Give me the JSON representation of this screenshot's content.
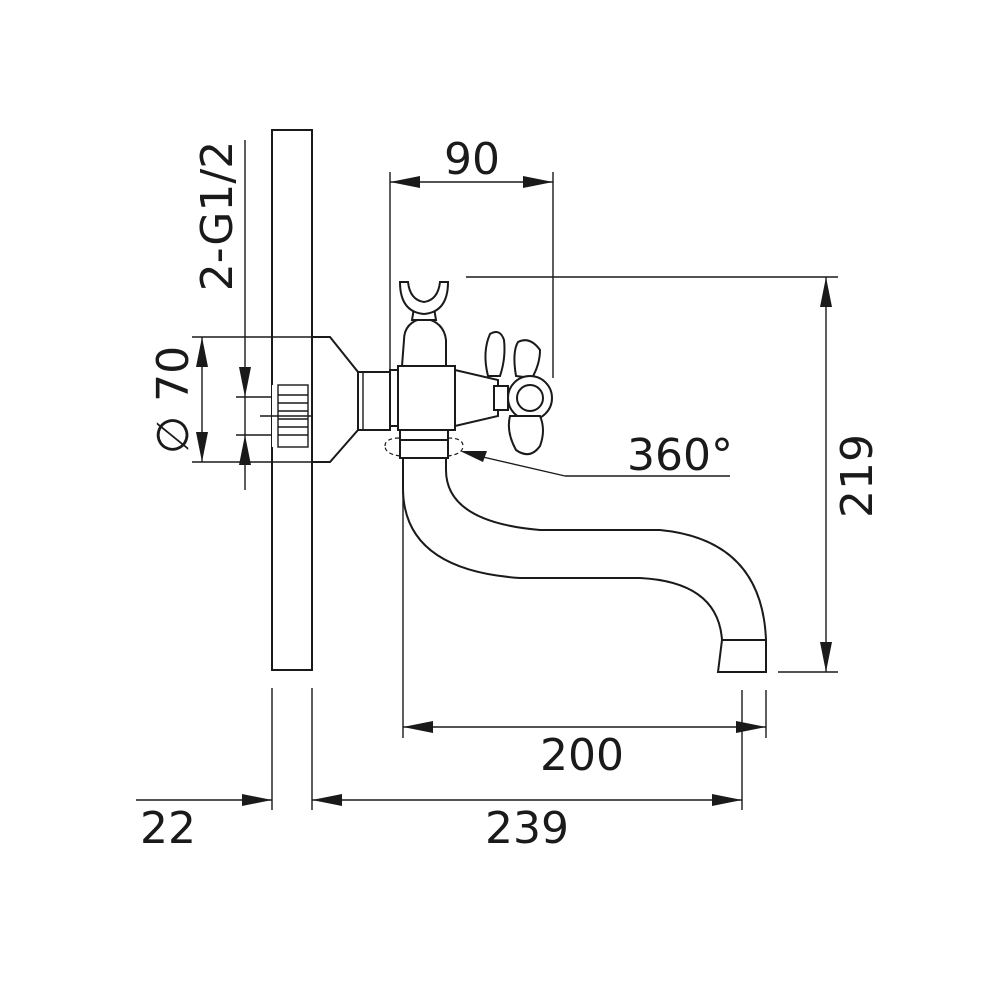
{
  "drawing": {
    "dimensions": {
      "thread": "2-G1/2",
      "flange_diameter": "∅ 70",
      "top_width": "90",
      "swivel": "360°",
      "height": "219",
      "spout_reach": "200",
      "wall_thickness": "22",
      "total_projection": "239"
    }
  }
}
